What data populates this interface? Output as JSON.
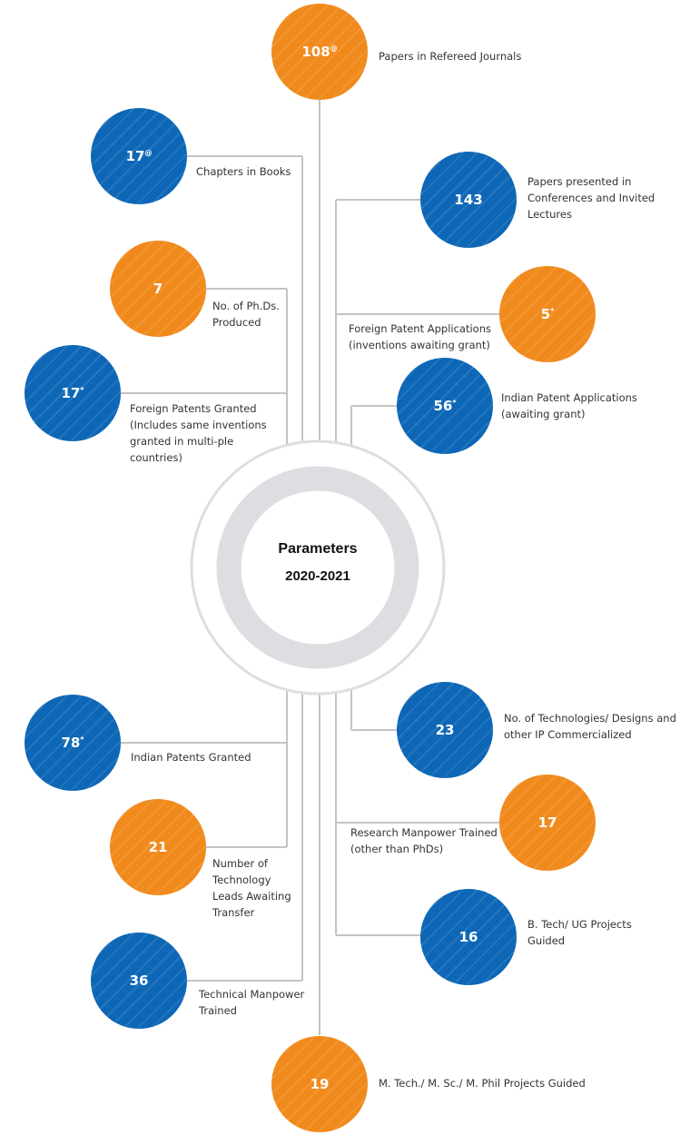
{
  "center": {
    "title": "Parameters",
    "subtitle": "2020-2021"
  },
  "items": [
    {
      "id": "papers-journals",
      "value": "108",
      "sup": "@",
      "label_lines": [
        "Papers in Refereed Journals"
      ],
      "color": "orange"
    },
    {
      "id": "chapters-books",
      "value": "17",
      "sup": "@",
      "label_lines": [
        "Chapters in Books"
      ],
      "color": "blue"
    },
    {
      "id": "papers-conferences",
      "value": "143",
      "sup": "",
      "label_lines": [
        "Papers presented in",
        "Conferences and Invited",
        "Lectures"
      ],
      "color": "blue"
    },
    {
      "id": "phds-produced",
      "value": "7",
      "sup": "",
      "label_lines": [
        "No. of Ph.Ds.",
        "Produced"
      ],
      "color": "orange"
    },
    {
      "id": "foreign-patent-applications",
      "value": "5",
      "sup": "*",
      "label_lines": [
        "Foreign Patent Applications",
        "(inventions awaiting grant)"
      ],
      "color": "orange"
    },
    {
      "id": "foreign-patents-granted",
      "value": "17",
      "sup": "*",
      "label_lines": [
        "Foreign Patents Granted",
        "(Includes same inventions",
        "granted in multi-ple",
        "countries)"
      ],
      "color": "blue"
    },
    {
      "id": "indian-patent-applications",
      "value": "56",
      "sup": "*",
      "label_lines": [
        "Indian Patent Applications",
        "(awaiting grant)"
      ],
      "color": "blue"
    },
    {
      "id": "indian-patents-granted",
      "value": "78",
      "sup": "*",
      "label_lines": [
        "Indian Patents Granted"
      ],
      "color": "blue"
    },
    {
      "id": "technologies-commercialized",
      "value": "23",
      "sup": "",
      "label_lines": [
        "No. of Technologies/ Designs and",
        "other IP Commercialized"
      ],
      "color": "blue"
    },
    {
      "id": "technology-leads",
      "value": "21",
      "sup": "",
      "label_lines": [
        "Number of",
        "Technology",
        "Leads Awaiting",
        "Transfer"
      ],
      "color": "orange"
    },
    {
      "id": "research-manpower",
      "value": "17",
      "sup": "",
      "label_lines": [
        "Research Manpower Trained",
        "(other than PhDs)"
      ],
      "color": "orange"
    },
    {
      "id": "btech-projects",
      "value": "16",
      "sup": "",
      "label_lines": [
        "B. Tech/ UG Projects",
        "Guided"
      ],
      "color": "blue"
    },
    {
      "id": "technical-manpower",
      "value": "36",
      "sup": "",
      "label_lines": [
        "Technical Manpower",
        "Trained"
      ],
      "color": "blue"
    },
    {
      "id": "mtech-projects",
      "value": "19",
      "sup": "",
      "label_lines": [
        "M. Tech./ M. Sc./ M. Phil Projects Guided"
      ],
      "color": "orange"
    }
  ],
  "colors": {
    "orange": "#f08a1c",
    "blue": "#0d67b6",
    "connector": "#c4c4c4",
    "ring": "#dddee1"
  }
}
